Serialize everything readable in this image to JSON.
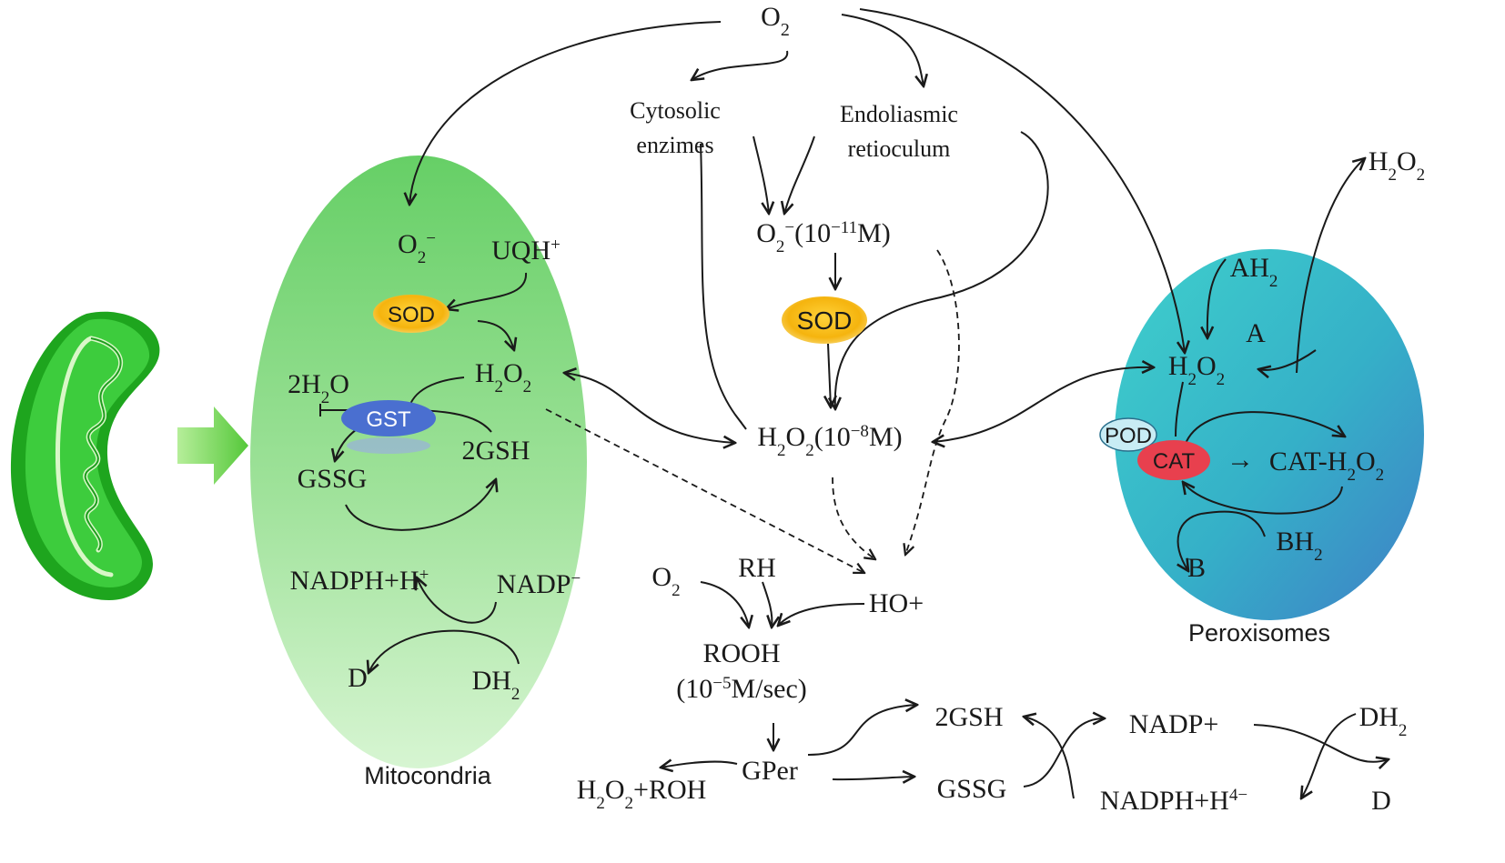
{
  "compartments": {
    "mitochondria_caption": "Mitocondria",
    "peroxisomes_caption": "Peroxisomes"
  },
  "top": {
    "o2": "O2",
    "cytosolic_line1": "Cytosolic",
    "cytosolic_line2": "enzimes",
    "er_line1": "Endoliasmic",
    "er_line2": "retioculum",
    "superoxide_conc": "O2−(10−11M)",
    "sod": "SOD",
    "h2o2_conc": "H2O2(10−8M)"
  },
  "mito": {
    "o2_minus": "O2−",
    "uqh": "UQH+",
    "sod": "SOD",
    "h2o2": "H2O2",
    "two_h2o": "2H2O",
    "gst": "GST",
    "gssg": "GSSG",
    "two_gsh": "2GSH",
    "nadph": "NADPH+H+",
    "nadp": "NADP−",
    "d": "D",
    "dh2": "DH2"
  },
  "lower": {
    "o2": "O2",
    "rh": "RH",
    "ho_plus": "HO+",
    "rooh": "ROOH",
    "rooh_rate": "(10−5M/sec)",
    "gper": "GPer",
    "h2o2_roh": "H2O2+ROH",
    "two_gsh": "2GSH",
    "gssg": "GSSG",
    "nadp_plus": "NADP+",
    "nadph": "NADPH+H4−",
    "dh2": "DH2",
    "d": "D"
  },
  "perox": {
    "h2o2_out": "H2O2",
    "ah2": "AH2",
    "a": "A",
    "h2o2": "H2O2",
    "pod": "POD",
    "cat": "CAT",
    "arrow": "→",
    "cat_h2o2": "CAT-H2O2",
    "bh2": "BH2",
    "b": "B"
  },
  "colors": {
    "mito_green": "#6fd36f",
    "perox_teal": "#3cc3c9",
    "sod_yellow": "#f7c21c",
    "gst_blue": "#4a6fd0",
    "cat_red": "#e8404e",
    "pod_lightblue": "#c8ecf4",
    "organelle_green": "#2db82d"
  }
}
